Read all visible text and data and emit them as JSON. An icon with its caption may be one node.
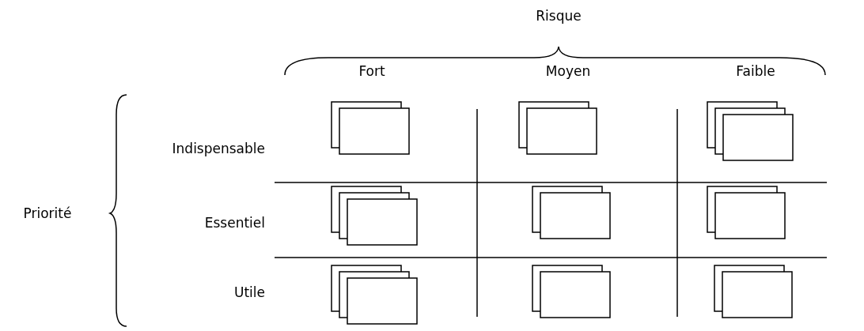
{
  "diagram": {
    "labels": [
      "Risque",
      "Fort",
      "Moyen",
      "Faible",
      "Indispensable",
      "Priorité",
      "Essentiel",
      "Utile"
    ]
  }
}
